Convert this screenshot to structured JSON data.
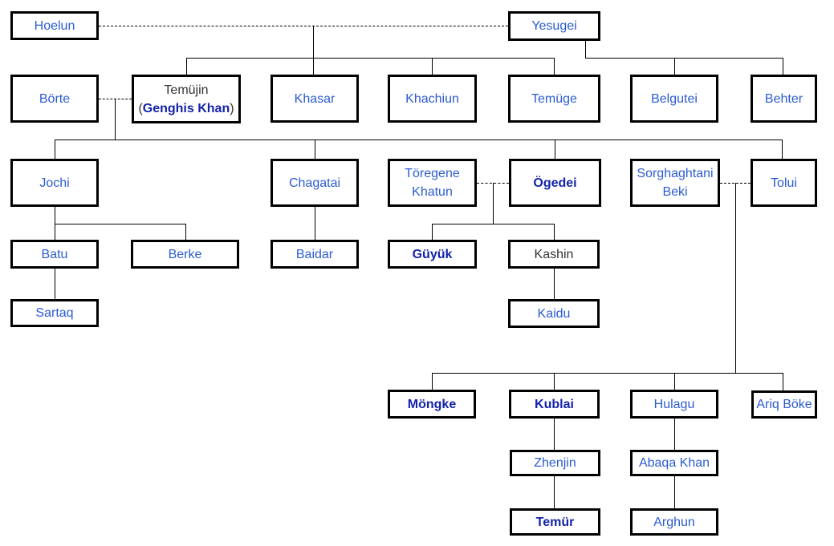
{
  "people": {
    "hoelun": {
      "name": "Hoelun"
    },
    "yesugei": {
      "name": "Yesugei"
    },
    "borte": {
      "name": "Börte"
    },
    "temujin": {
      "line1": "Temüjin",
      "paren_open": "(",
      "line2": "Genghis Khan",
      "paren_close": ")"
    },
    "khasar": {
      "name": "Khasar"
    },
    "khachiun": {
      "name": "Khachiun"
    },
    "temuge": {
      "name": "Temüge"
    },
    "belgutei": {
      "name": "Belgutei"
    },
    "behter": {
      "name": "Behter"
    },
    "jochi": {
      "name": "Jochi"
    },
    "chagatai": {
      "name": "Chagatai"
    },
    "toregene": {
      "line1": "Töregene",
      "line2": "Khatun"
    },
    "ogedei": {
      "name": "Ögedei"
    },
    "sorghaghtani": {
      "line1": "Sorghaghtani",
      "line2": "Beki"
    },
    "tolui": {
      "name": "Tolui"
    },
    "batu": {
      "name": "Batu"
    },
    "berke": {
      "name": "Berke"
    },
    "baidar": {
      "name": "Baidar"
    },
    "guyuk": {
      "name": "Güyük"
    },
    "kashin": {
      "name": "Kashin"
    },
    "sartaq": {
      "name": "Sartaq"
    },
    "kaidu": {
      "name": "Kaidu"
    },
    "mongke": {
      "name": "Möngke"
    },
    "kublai": {
      "name": "Kublai"
    },
    "hulagu": {
      "name": "Hulagu"
    },
    "ariq_boke": {
      "name": "Ariq Böke"
    },
    "zhenjin": {
      "name": "Zhenjin"
    },
    "abaqa": {
      "name": "Abaqa Khan"
    },
    "temur": {
      "name": "Temür"
    },
    "arghun": {
      "name": "Arghun"
    }
  },
  "colors": {
    "link_blue": "#2b5bd3",
    "khan_navy_bold": "#1423ac",
    "plain_text": "#333333",
    "box_border": "#000000",
    "connector": "#000000",
    "background": "#ffffff"
  }
}
